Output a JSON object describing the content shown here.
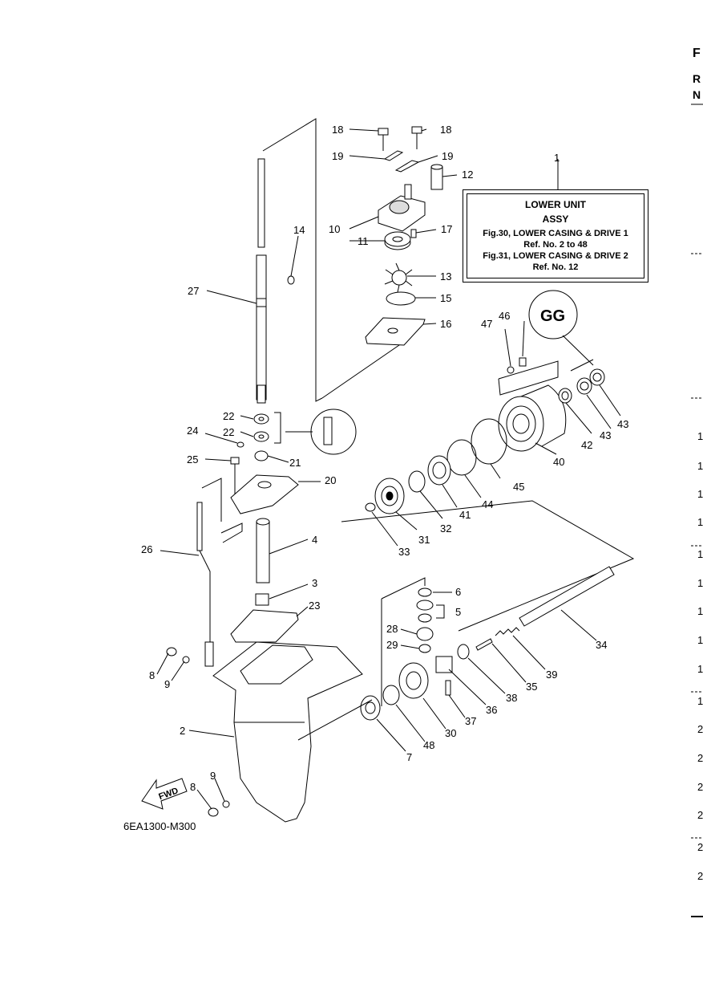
{
  "right_column": {
    "chars": [
      "F",
      "R",
      "N"
    ],
    "row_numbers": [
      "1",
      "1",
      "1",
      "1",
      "1",
      "1",
      "1",
      "1",
      "1",
      "1",
      "2",
      "2",
      "2",
      "2",
      "2",
      "2"
    ]
  },
  "callout": {
    "number": "1",
    "lines": [
      "LOWER UNIT",
      "ASSY",
      "Fig.30, LOWER CASING & DRIVE 1",
      "Ref. No. 2 to 48",
      "Fig.31, LOWER CASING & DRIVE 2",
      "Ref. No. 12"
    ]
  },
  "drawing_code": "6EA1300-M300",
  "fwd_label": "FWD",
  "labels": {
    "l18a": "18",
    "l18b": "18",
    "l19a": "19",
    "l19b": "19",
    "l12": "12",
    "l10": "10",
    "l11": "11",
    "l17": "17",
    "l14": "14",
    "l27": "27",
    "l13": "13",
    "l15": "15",
    "l16": "16",
    "l46": "46",
    "l47": "47",
    "l22a": "22",
    "l22b": "22",
    "l24": "24",
    "l25": "25",
    "l21": "21",
    "l20": "20",
    "l42": "42",
    "l43a": "43",
    "l43b": "43",
    "l40": "40",
    "l45": "45",
    "l44": "44",
    "l41": "41",
    "l32": "32",
    "l31": "31",
    "l33": "33",
    "l4": "4",
    "l26": "26",
    "l3": "3",
    "l23": "23",
    "l6": "6",
    "l5": "5",
    "l28": "28",
    "l29": "29",
    "l34": "34",
    "l39": "39",
    "l35": "35",
    "l38": "38",
    "l36": "36",
    "l37": "37",
    "l30": "30",
    "l48": "48",
    "l7": "7",
    "l8a": "8",
    "l9a": "9",
    "l2": "2",
    "l9b": "9",
    "l8b": "8"
  }
}
